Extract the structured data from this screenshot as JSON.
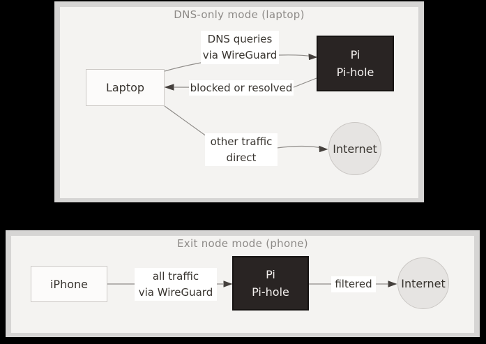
{
  "colors": {
    "page_bg": "#000000",
    "panel_frame": "#d6d5d4",
    "panel_bg": "#f4f3f1",
    "title_text": "#8d8a87",
    "node_light_bg": "#fcfbfa",
    "node_border": "#ccc9c6",
    "node_dark_bg": "#292423",
    "node_dark_text": "#f4f1ef",
    "circle_bg": "#e6e4e2",
    "edge_line": "#8f8c89",
    "arrowhead": "#45403d",
    "label_text": "#38342f"
  },
  "diagrams": [
    {
      "title": "DNS-only mode (laptop)",
      "nodes": {
        "laptop": {
          "label": "Laptop"
        },
        "pihole": {
          "line1": "Pi",
          "line2": "Pi-hole"
        },
        "internet": {
          "label": "Internet"
        }
      },
      "edge_labels": {
        "dns_queries": {
          "line1": "DNS queries",
          "line2": "via WireGuard"
        },
        "blocked": {
          "label": "blocked or resolved"
        },
        "other_traffic": {
          "line1": "other traffic",
          "line2": "direct"
        }
      }
    },
    {
      "title": "Exit node mode (phone)",
      "nodes": {
        "iphone": {
          "label": "iPhone"
        },
        "pihole": {
          "line1": "Pi",
          "line2": "Pi-hole"
        },
        "internet": {
          "label": "Internet"
        }
      },
      "edge_labels": {
        "all_traffic": {
          "line1": "all traffic",
          "line2": "via WireGuard"
        },
        "filtered": {
          "label": "filtered"
        }
      }
    }
  ]
}
